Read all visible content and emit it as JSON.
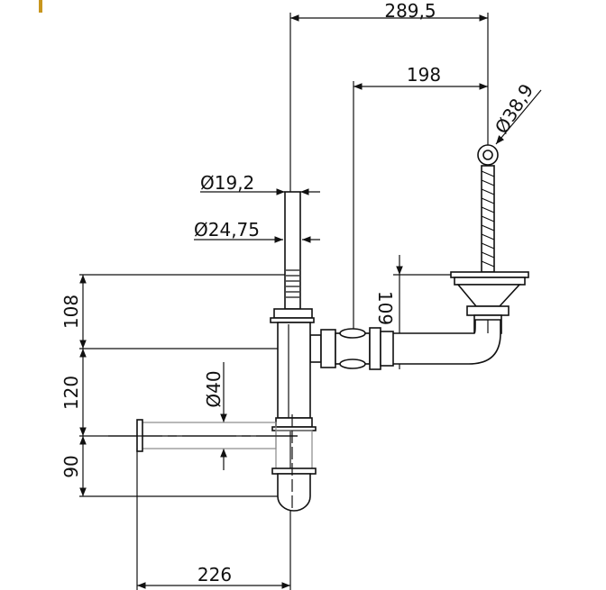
{
  "diagram": {
    "accent_color": "#c8961e",
    "dimensions": {
      "total_width": "289,5",
      "inlet_offset": "198",
      "basket_diameter": "Ø38,9",
      "overflow_inner_diameter": "Ø19,2",
      "overflow_outer_diameter": "Ø24,75",
      "height_top": "108",
      "height_middle": "120",
      "height_bottom": "90",
      "outlet_diameter": "Ø40",
      "basket_height": "109",
      "outlet_length": "226"
    }
  }
}
